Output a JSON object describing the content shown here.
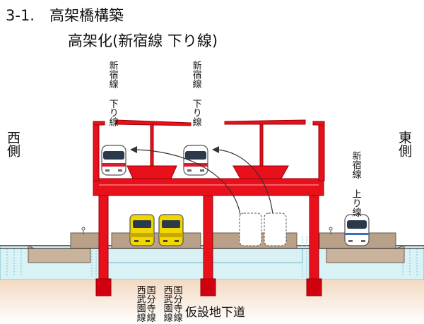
{
  "title": "3-1.　高架橋構築",
  "subtitle": "高架化(新宿線 下り線)",
  "labels": {
    "west": "西側",
    "east": "東側",
    "down_line_1": "新宿線 下り線",
    "down_line_2": "新宿線 下り線",
    "up_line": "新宿線 上り線",
    "kokubunji_line_1": "国分寺線",
    "seibuen_line_1": "西武園線",
    "kokubunji_line_2": "国分寺線",
    "seibuen_line_2": "西武園線",
    "temporary_underpass": "仮設地下道"
  },
  "colors": {
    "viaduct_red": "#e8101a",
    "ground_tan": "#b9a088",
    "water_blue": "#d8f2f6",
    "yellow_train": "#f2d600",
    "train_red_band": "#d81e2c"
  }
}
